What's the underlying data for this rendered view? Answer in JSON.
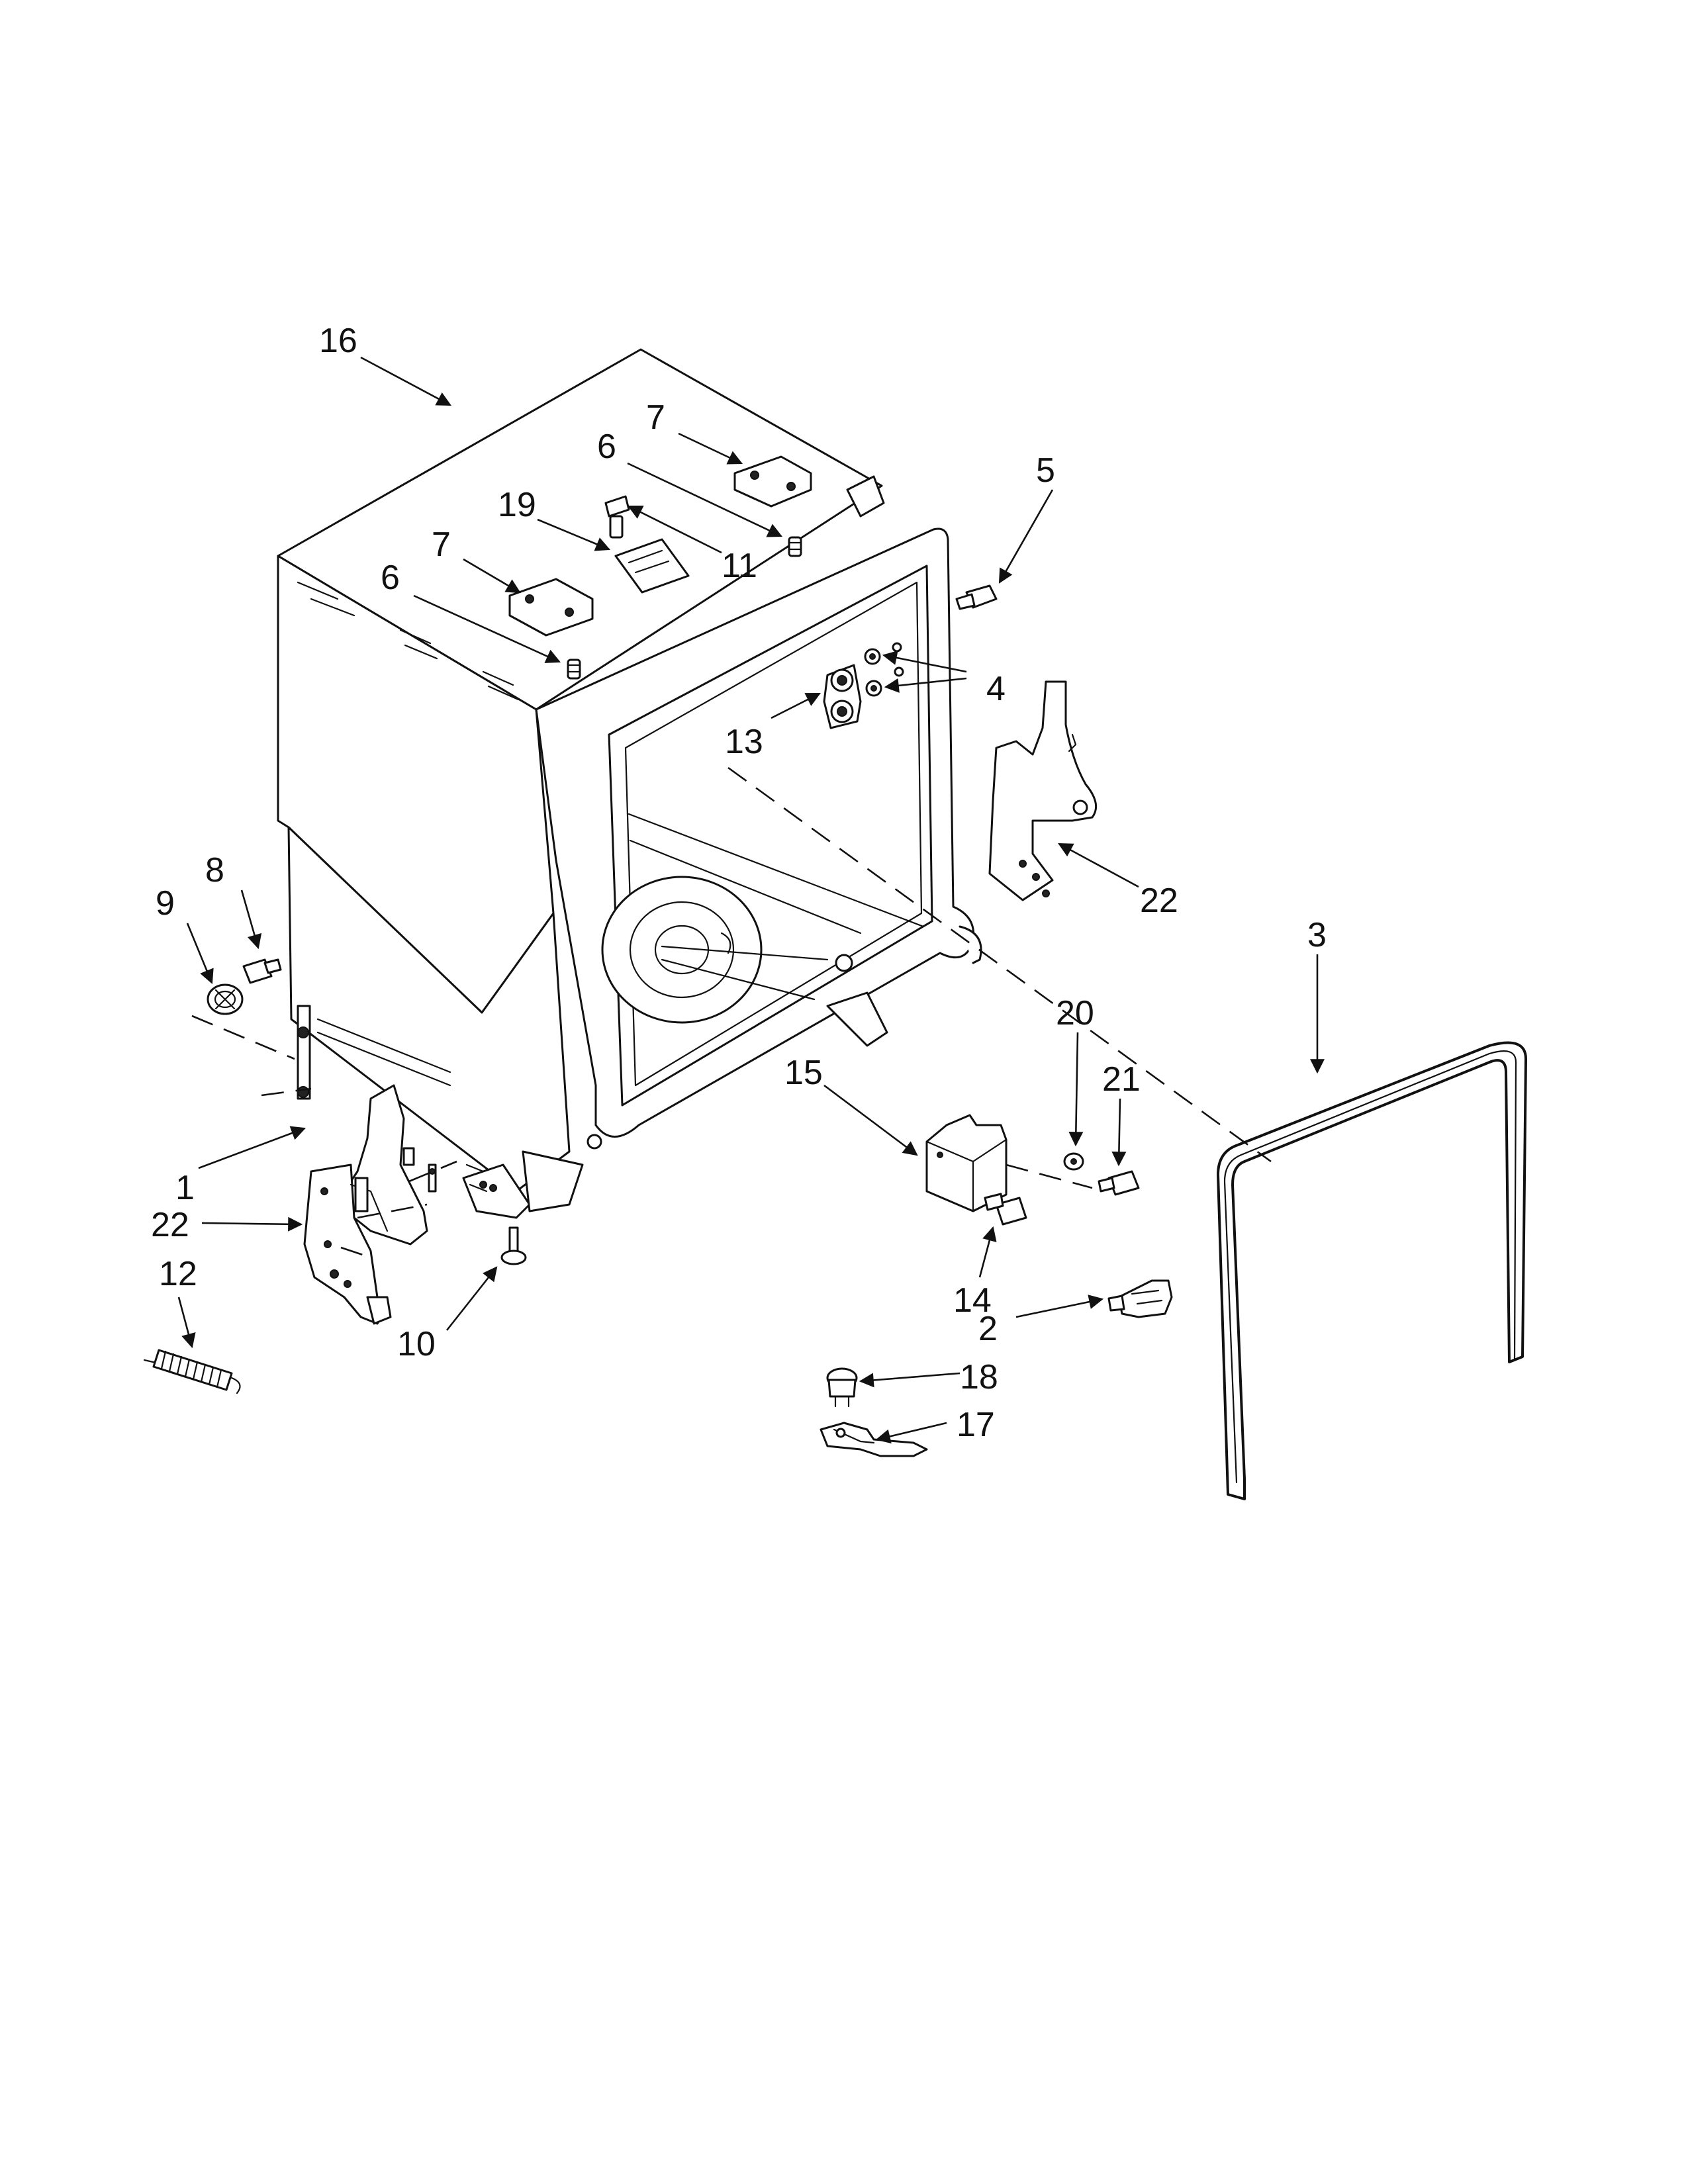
{
  "callouts": {
    "c1": "1",
    "c2": "2",
    "c3": "3",
    "c4": "4",
    "c5": "5",
    "c6a": "6",
    "c6b": "6",
    "c7a": "7",
    "c7b": "7",
    "c8": "8",
    "c9": "9",
    "c10": "10",
    "c11": "11",
    "c12": "12",
    "c13": "13",
    "c14": "14",
    "c15": "15",
    "c16": "16",
    "c17": "17",
    "c18": "18",
    "c19": "19",
    "c20": "20",
    "c21": "21",
    "c22a": "22",
    "c22b": "22"
  }
}
